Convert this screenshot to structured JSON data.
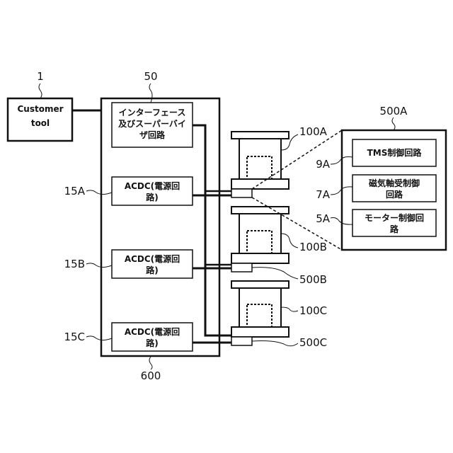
{
  "diagram": {
    "customer_tool": {
      "ref": "1",
      "lines": [
        "Customer",
        "tool"
      ]
    },
    "power_unit": {
      "ref": "600",
      "label_ref": "50"
    },
    "interface_circuit": {
      "lines": [
        "インターフェース",
        "及びスーパーバイ",
        "ザ回路"
      ]
    },
    "acdc_units": [
      {
        "ref": "15A",
        "lines": [
          "ACDC(電源回",
          "路)"
        ]
      },
      {
        "ref": "15B",
        "lines": [
          "ACDC(電源回",
          "路)"
        ]
      },
      {
        "ref": "15C",
        "lines": [
          "ACDC(電源回",
          "路)"
        ]
      }
    ],
    "pumps": [
      {
        "ref": "100A",
        "controller_ref": ""
      },
      {
        "ref": "100B",
        "controller_ref": "500B"
      },
      {
        "ref": "100C",
        "controller_ref": "500C"
      }
    ],
    "controller_detail": {
      "ref": "500A",
      "blocks": [
        {
          "ref": "9A",
          "lines": [
            "TMS制御回路"
          ]
        },
        {
          "ref": "7A",
          "lines": [
            "磁気軸受制御",
            "回路"
          ]
        },
        {
          "ref": "5A",
          "lines": [
            "モーター制御回",
            "路"
          ]
        }
      ]
    }
  }
}
